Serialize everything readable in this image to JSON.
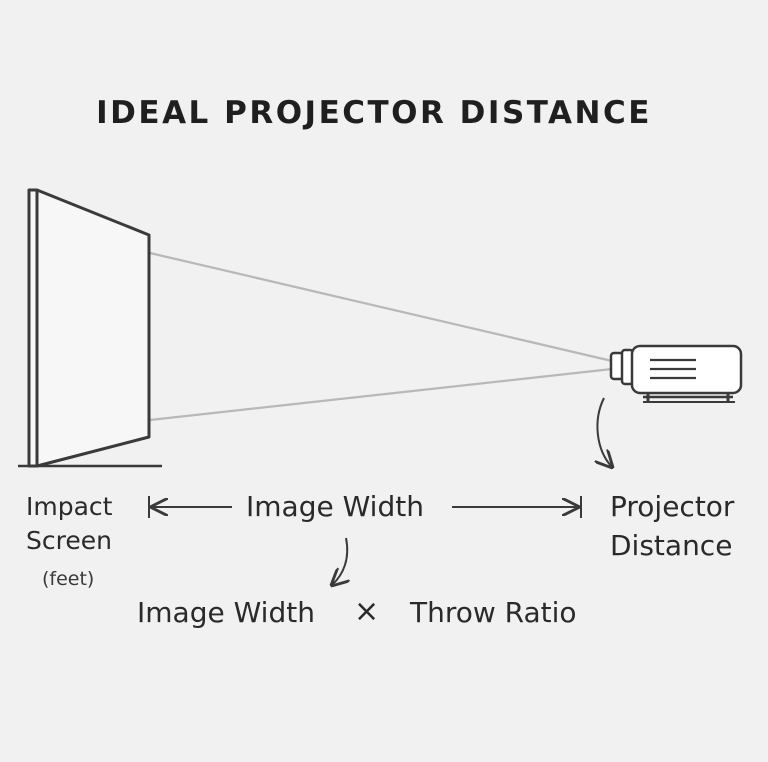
{
  "title": "IDEAL PROJECTOR DISTANCE",
  "labels": {
    "screen_line1": "Impact",
    "screen_line2": "Screen",
    "screen_unit": "(feet)",
    "image_width": "Image Width",
    "projector_distance_line1": "Projector",
    "projector_distance_line2": "Distance"
  },
  "formula": {
    "left": "Image Width",
    "operator": "×",
    "right": "Throw Ratio"
  },
  "colors": {
    "background": "#f1f1f1",
    "ink": "#2a2a2a",
    "screen_fill": "#f8f8f8",
    "beam": "#b5b5b5"
  },
  "icons": [
    "projector-screen-icon",
    "projector-icon",
    "dimension-arrow-icon",
    "curved-arrow-icon"
  ]
}
